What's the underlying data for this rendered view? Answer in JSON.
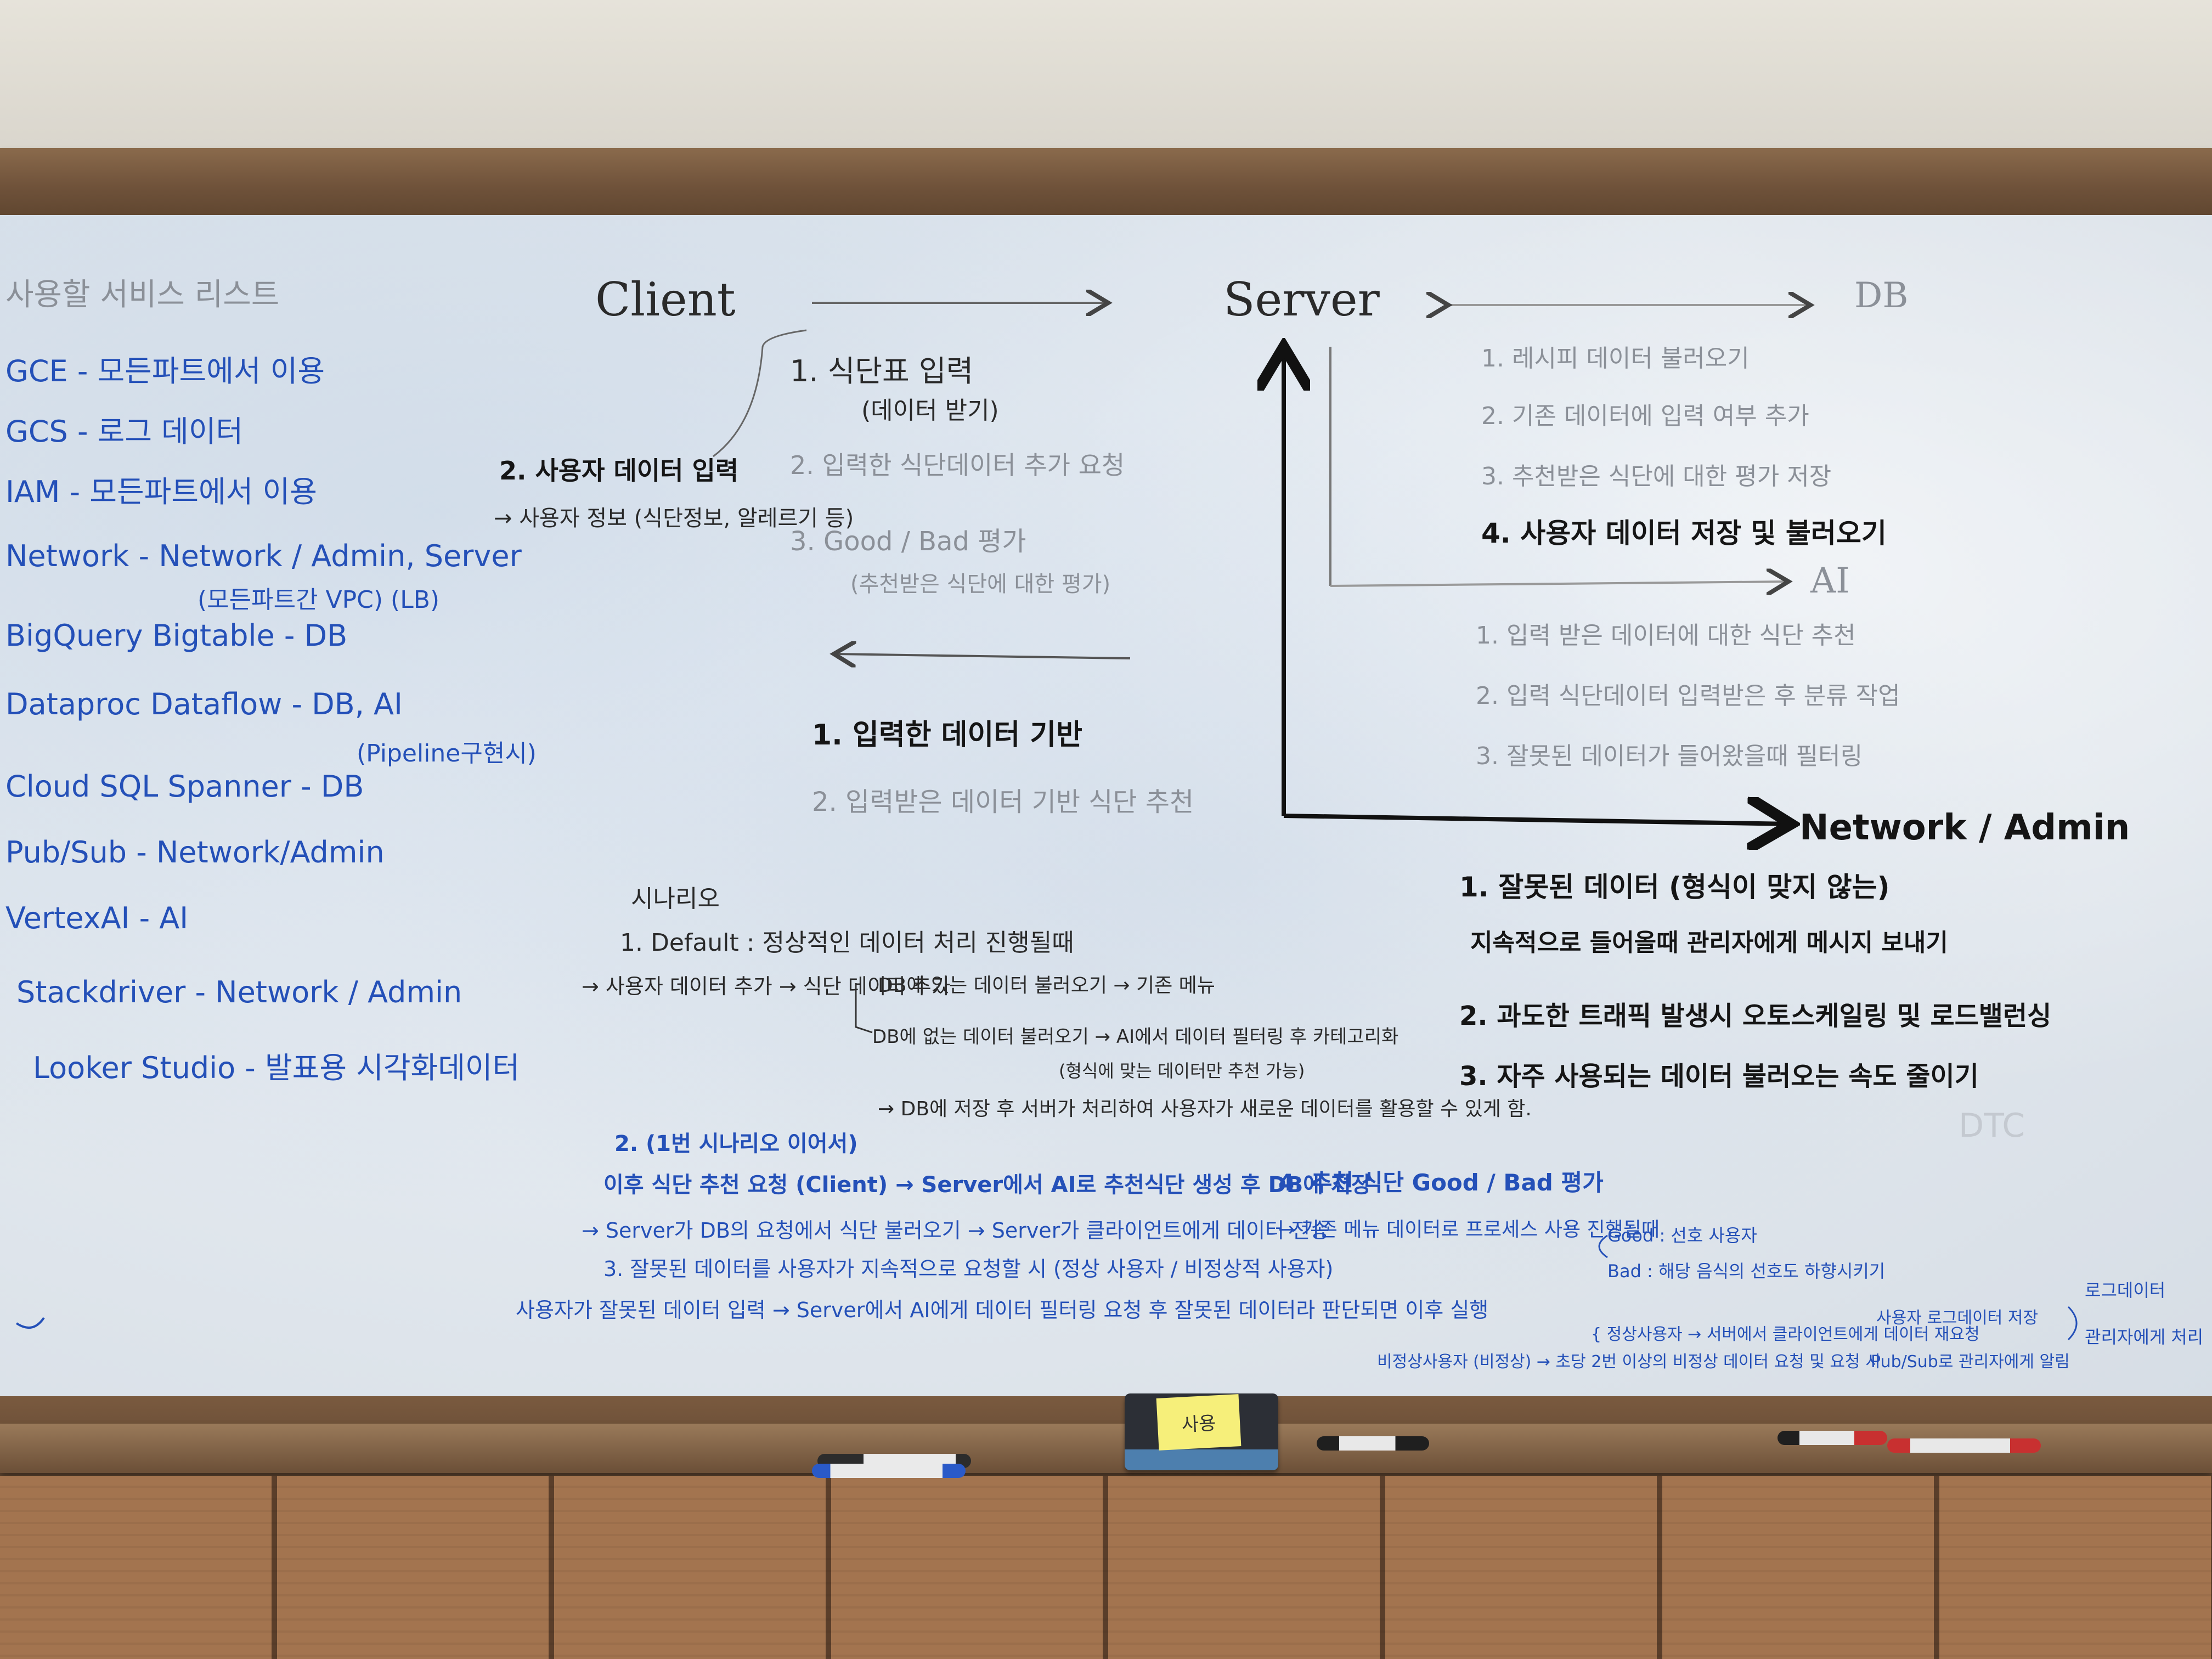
{
  "left_list": {
    "title": "사용할 서비스 리스트",
    "items": [
      "GCE - 모든파트에서 이용",
      "GCS - 로그 데이터",
      "IAM - 모든파트에서 이용",
      "Network - Network / Admin, Server",
      "(모든파트간 VPC)   (LB)",
      "BigQuery  Bigtable - DB",
      "Dataproc  Dataflow - DB, AI",
      "(Pipeline구현시)",
      "Cloud SQL  Spanner - DB",
      "Pub/Sub - Network/Admin",
      "VertexAI - AI",
      "Stackdriver - Network / Admin",
      "Looker Studio - 발표용 시각화데이터"
    ]
  },
  "diagram": {
    "client": "Client",
    "server": "Server",
    "db": "DB",
    "ai": "AI",
    "network_admin": "Network / Admin",
    "client_to_server": [
      "1. 식단표 입력",
      "(데이터 받기)",
      "2. 입력한 식단데이터 추가 요청",
      "3. Good / Bad 평가",
      "(추천받은 식단에 대한 평가)"
    ],
    "client_note": [
      "2. 사용자 데이터 입력",
      "→ 사용자 정보 (식단정보, 알레르기 등)"
    ],
    "server_to_client": [
      "1. 입력한 데이터 기반",
      "2. 입력받은 데이터 기반 식단 추천"
    ],
    "server_db": [
      "1. 레시피 데이터 불러오기",
      "2. 기존 데이터에 입력 여부 추가",
      "3. 추천받은 식단에 대한 평가 저장",
      "4. 사용자 데이터 저장 및 불러오기"
    ],
    "server_ai": [
      "1. 입력 받은 데이터에 대한 식단 추천",
      "2. 입력 식단데이터 입력받은 후 분류 작업",
      "3. 잘못된 데이터가 들어왔을때 필터링"
    ],
    "network_admin_items": [
      "1. 잘못된 데이터 (형식이 맞지 않는)",
      "지속적으로 들어올때 관리자에게 메시지 보내기",
      "2. 과도한 트래픽 발생시 오토스케일링 및 로드밸런싱",
      "3. 자주 사용되는 데이터 불러오는 속도 줄이기"
    ]
  },
  "scenario": {
    "title": "시나리오",
    "default": "1. Default : 정상적인 데이터 처리 진행될때",
    "flow1": "→ 사용자 데이터 추가 → 식단 데이터 추가",
    "branch_a": "DB에 있는 데이터 불러오기 → 기존 메뉴",
    "branch_b": "DB에 없는 데이터 불러오기 → AI에서 데이터 필터링 후 카테고리화",
    "branch_b_note": "(형식에 맞는 데이터만 추천 가능)",
    "flow2": "→ DB에 저장 후 서버가 처리하여 사용자가 새로운 데이터를 활용할 수 있게 함.",
    "s2_title": "2. (1번 시나리오 이어서)",
    "s2_line1": "이후 식단 추천 요청 (Client) → Server에서 AI로 추천식단 생성 후 DB에 저장",
    "s2_line2": "→ Server가 DB의 요청에서 식단 불러오기 → Server가 클라이언트에게 데이터 전송",
    "s3_title": "3. 잘못된 데이터를 사용자가 지속적으로 요청할 시 (정상 사용자 / 비정상적 사용자)",
    "s3_line1": "사용자가 잘못된 데이터 입력 → Server에서 AI에게 데이터 필터링 요청 후 잘못된 데이터라 판단되면 이후 실행",
    "s3_branch1": "{ 정상사용자 → 서버에서 클라이언트에게 데이터 재요청",
    "s3_branch2": "비정상사용자 (비정상) → 초당 2번 이상의 비정상 데이터 요청 및 요청 시",
    "s3_right": "사용자 로그데이터 저장",
    "s3_right2": "Pub/Sub로 관리자에게 알림",
    "s3_far": "로그데이터",
    "s3_far2": "관리자에게 처리",
    "s4_title": "4. 추천 식단 Good / Bad 평가",
    "s4_line": "→ 기존 메뉴 데이터로 프로세스 사용 진행될때",
    "s4_good": "Good : 선호 사용자",
    "s4_bad": "Bad : 해당 음식의 선호도 하향시키기",
    "dtc": "DTC"
  },
  "tray": {
    "sticky_note": "사용"
  }
}
